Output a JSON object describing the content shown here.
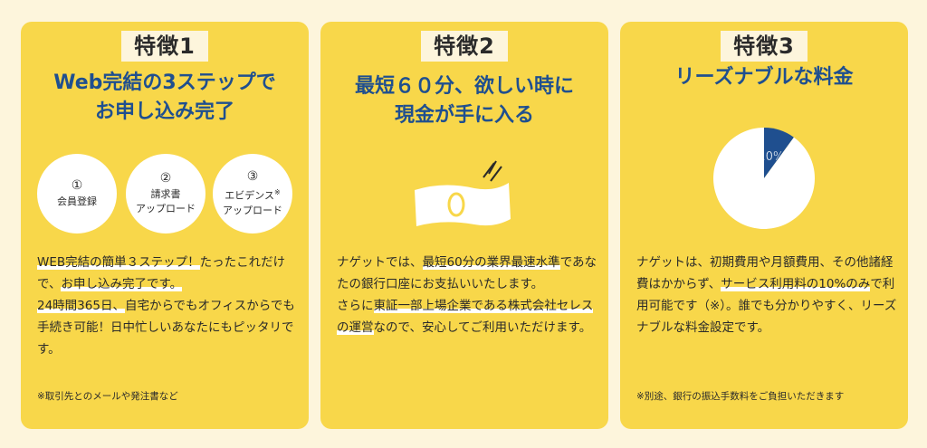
{
  "features": [
    {
      "label": "特徴1",
      "title_line1": "Web完結の3ステップで",
      "title_line2": "お申し込み完了",
      "steps": [
        {
          "num": "①",
          "line1": "会員登録",
          "line2": ""
        },
        {
          "num": "②",
          "line1": "請求書",
          "line2": "アップロード"
        },
        {
          "num": "③",
          "line1": "エビデンス",
          "sup": "※",
          "line2": "アップロード"
        }
      ],
      "body": [
        {
          "text": "WEB完結の簡単３ステップ！",
          "hl": true
        },
        {
          "text": "たったこれだけで、",
          "hl": false
        },
        {
          "text": "お申し込み完了です。",
          "hl": true
        },
        {
          "text": "24時間365日、",
          "hl": true
        },
        {
          "text": "自宅からでもオフィスからでも手続き可能！日中忙しいあなたにもピッタリです。",
          "hl": false
        }
      ],
      "note": "※取引先とのメールや発注書など"
    },
    {
      "label": "特徴2",
      "title_line1": "最短６０分、欲しい時に",
      "title_line2": "現金が手に入る",
      "icon": "banknote-icon",
      "body": [
        {
          "text": "ナゲットでは、",
          "hl": false
        },
        {
          "text": "最短60分の業界最速水準",
          "hl": true
        },
        {
          "text": "であなたの銀行口座にお支払いいたします。",
          "hl": false
        },
        {
          "text": "さらに",
          "hl": false
        },
        {
          "text": "東証一部上場企業である株式会社セレスの運営",
          "hl": true
        },
        {
          "text": "なので、安心してご利用いただけます。",
          "hl": false
        }
      ]
    },
    {
      "label": "特徴3",
      "title_line1": "リーズナブルな料金",
      "body": [
        {
          "text": "ナゲットは、初期費用や月額費用、その他諸経費はかからず、",
          "hl": false
        },
        {
          "text": "サービス利用料の10%のみ",
          "hl": true
        },
        {
          "text": "で利用可能です（※）。誰でも分かりやすく、リーズナブルな料金設定です。",
          "hl": false
        }
      ],
      "note": "※別途、銀行の振込手数料をご負担いただきます"
    }
  ],
  "chart_data": {
    "type": "pie",
    "categories": [
      "10%",
      ""
    ],
    "values": [
      10,
      90
    ],
    "colors": [
      "#1f4f8f",
      "#ffffff"
    ]
  },
  "colors": {
    "card": "#f8d74a",
    "title": "#1f4f8f",
    "page": "#fdf5dc"
  }
}
